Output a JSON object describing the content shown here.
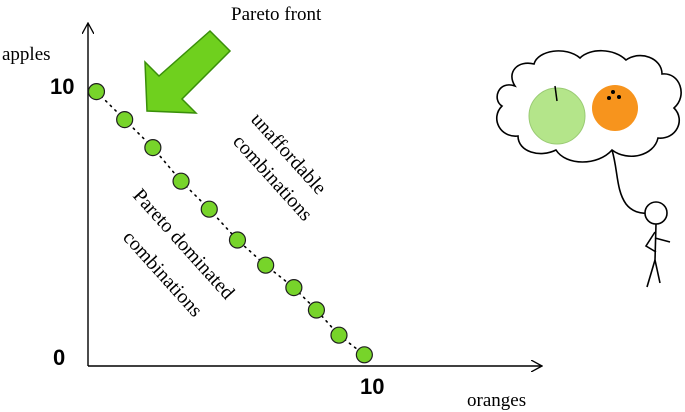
{
  "chart_data": {
    "type": "scatter",
    "xlabel": "oranges",
    "ylabel": "apples",
    "x_ticks": [
      "10"
    ],
    "y_ticks": [
      "10",
      "0"
    ],
    "xlim": [
      0,
      10
    ],
    "ylim": [
      0,
      10
    ],
    "points": [
      {
        "x": 0.3,
        "y": 9.8
      },
      {
        "x": 1.3,
        "y": 8.8
      },
      {
        "x": 2.3,
        "y": 7.8
      },
      {
        "x": 3.3,
        "y": 6.6
      },
      {
        "x": 4.3,
        "y": 5.6
      },
      {
        "x": 5.3,
        "y": 4.5
      },
      {
        "x": 6.3,
        "y": 3.6
      },
      {
        "x": 7.3,
        "y": 2.8
      },
      {
        "x": 8.1,
        "y": 2.0
      },
      {
        "x": 8.9,
        "y": 1.1
      },
      {
        "x": 9.8,
        "y": 0.4
      }
    ],
    "point_color": "#77d42a"
  },
  "annotations": {
    "pareto_front": "Pareto front",
    "unaffordable_line1": "unaffordable",
    "unaffordable_line2": "combinations",
    "dominated_line1": "Pareto dominated",
    "dominated_line2": "combinations"
  },
  "colors": {
    "arrow": "#6fd01e",
    "apple": "#b4e58a",
    "orange": "#f7941d"
  },
  "icons": [
    "thought-bubble",
    "apple-icon",
    "orange-icon",
    "stick-figure"
  ]
}
